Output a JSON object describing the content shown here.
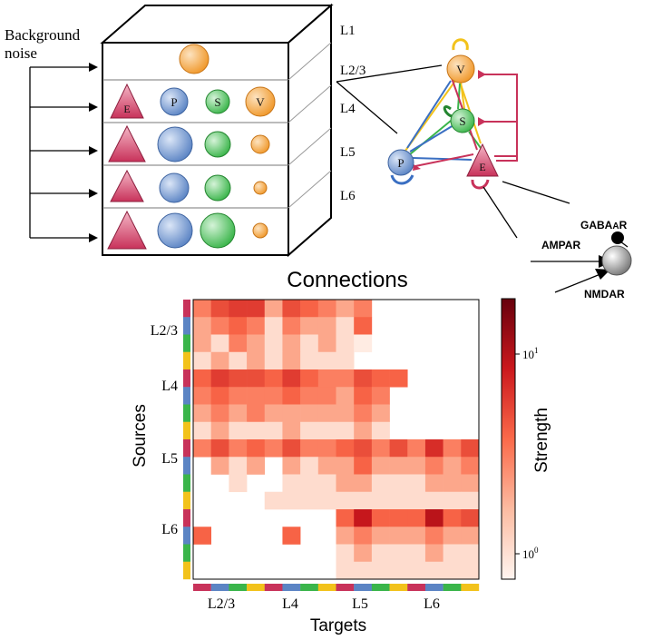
{
  "column_diagram": {
    "background_label_line1": "Background",
    "background_label_line2": "noise",
    "layer_labels": [
      "L1",
      "L2/3",
      "L4",
      "L5",
      "L6"
    ],
    "cell_labels": {
      "E": "E",
      "P": "P",
      "S": "S",
      "V": "V"
    }
  },
  "motif": {
    "labels": {
      "V": "V",
      "S": "S",
      "P": "P",
      "E": "E"
    }
  },
  "synapse": {
    "gaba_prefix": "GABA",
    "gaba_sub": "A",
    "gaba_suffix": "R",
    "ampar": "AMPAR",
    "nmdar": "NMDAR"
  },
  "colors": {
    "E": "#c8325a",
    "P": "#5b84c4",
    "S": "#3ab54a",
    "V": "#f0982a",
    "motif_yellow": "#f2c21b"
  },
  "chart_data": {
    "type": "heatmap",
    "title": "Connections",
    "xlabel": "Targets",
    "ylabel": "Sources",
    "x_group_labels": [
      "L2/3",
      "L4",
      "L5",
      "L6"
    ],
    "y_group_labels": [
      "L2/3",
      "L4",
      "L5",
      "L6"
    ],
    "populations_per_layer": [
      "E",
      "P",
      "S",
      "V"
    ],
    "colorbar": {
      "label": "Strength",
      "scale": "log",
      "tick_base": "10",
      "tick_exponents": [
        "1",
        "0"
      ],
      "range": [
        0.7,
        20
      ]
    },
    "row_order": "sources L2/3 E,P,S,V then L4 E,P,S,V then L5 E,P,S,V then L6 E,P,S,V (top to bottom)",
    "col_order": "targets L2/3 E,P,S,V then L4, L5, L6 (left to right)",
    "matrix": [
      [
        3,
        5,
        6,
        6,
        2,
        5,
        4,
        3,
        2,
        3,
        0,
        0,
        0,
        0,
        0,
        0
      ],
      [
        2,
        3,
        4,
        3,
        1,
        3,
        2,
        2,
        1,
        4,
        0,
        0,
        0,
        0,
        0,
        0
      ],
      [
        2,
        1,
        3,
        2,
        1,
        2,
        1,
        2,
        1,
        0.8,
        0,
        0,
        0,
        0,
        0,
        0
      ],
      [
        1,
        2,
        1,
        2,
        1,
        2,
        1,
        1,
        1,
        0,
        0,
        0,
        0,
        0,
        0,
        0
      ],
      [
        4,
        6,
        5,
        5,
        4,
        6,
        4,
        3,
        3,
        5,
        4,
        4,
        0,
        0,
        0,
        0
      ],
      [
        3,
        4,
        3,
        3,
        3,
        4,
        3,
        3,
        2,
        4,
        3,
        0,
        0,
        0,
        0,
        0
      ],
      [
        2,
        3,
        2,
        3,
        2,
        2,
        2,
        2,
        2,
        3,
        2,
        0,
        0,
        0,
        0,
        0
      ],
      [
        1,
        2,
        1,
        1,
        1,
        2,
        1,
        1,
        1,
        2,
        1,
        0,
        0,
        0,
        0,
        0
      ],
      [
        3,
        5,
        3,
        4,
        3,
        5,
        3,
        3,
        4,
        5,
        3,
        5,
        3,
        7,
        3,
        5
      ],
      [
        0,
        2,
        1,
        2,
        0,
        2,
        1,
        2,
        2,
        4,
        2,
        2,
        2,
        3,
        2,
        3
      ],
      [
        0,
        0,
        1,
        0,
        0,
        1,
        1,
        1,
        2,
        2,
        1,
        1,
        1,
        2,
        2,
        2
      ],
      [
        0,
        0,
        0,
        0,
        1,
        1,
        1,
        1,
        1,
        1,
        1,
        1,
        1,
        1,
        1,
        1
      ],
      [
        0,
        0,
        0,
        0,
        0,
        0,
        0,
        0,
        4,
        9,
        4,
        4,
        4,
        10,
        4,
        5
      ],
      [
        4,
        0,
        0,
        0,
        0,
        4,
        0,
        0,
        2,
        3,
        2,
        2,
        2,
        3,
        2,
        2
      ],
      [
        0,
        0,
        0,
        0,
        0,
        0,
        0,
        0,
        1,
        2,
        1,
        1,
        1,
        2,
        1,
        1
      ],
      [
        0,
        0,
        0,
        0,
        0,
        0,
        0,
        0,
        1,
        1,
        1,
        1,
        1,
        1,
        1,
        1
      ]
    ]
  }
}
